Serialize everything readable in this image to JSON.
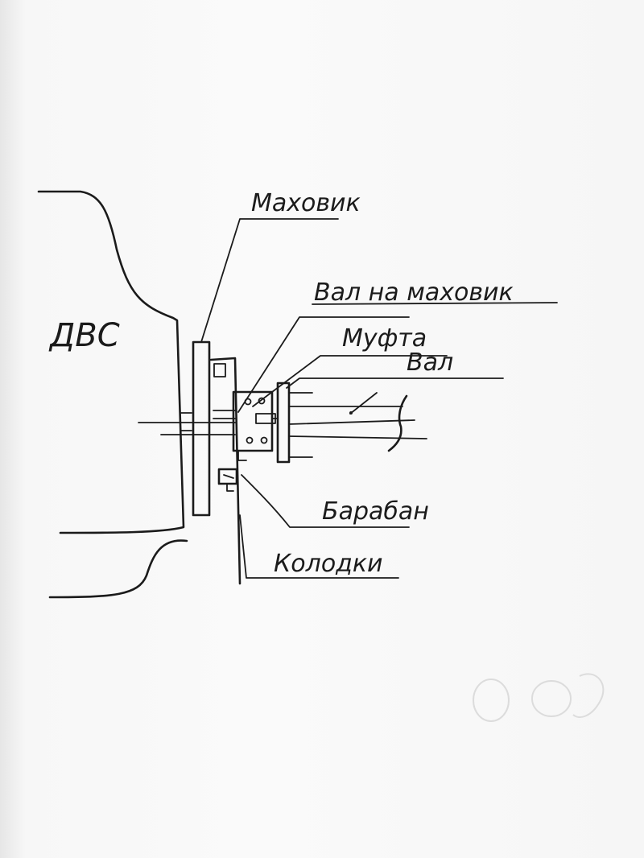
{
  "labels": {
    "engine": "ДВС",
    "flywheel": "Маховик",
    "flywheel_shaft": "Вал на маховик",
    "coupling": "Муфта",
    "shaft": "Вал",
    "drum": "Барабан",
    "shoes": "Колодки"
  }
}
